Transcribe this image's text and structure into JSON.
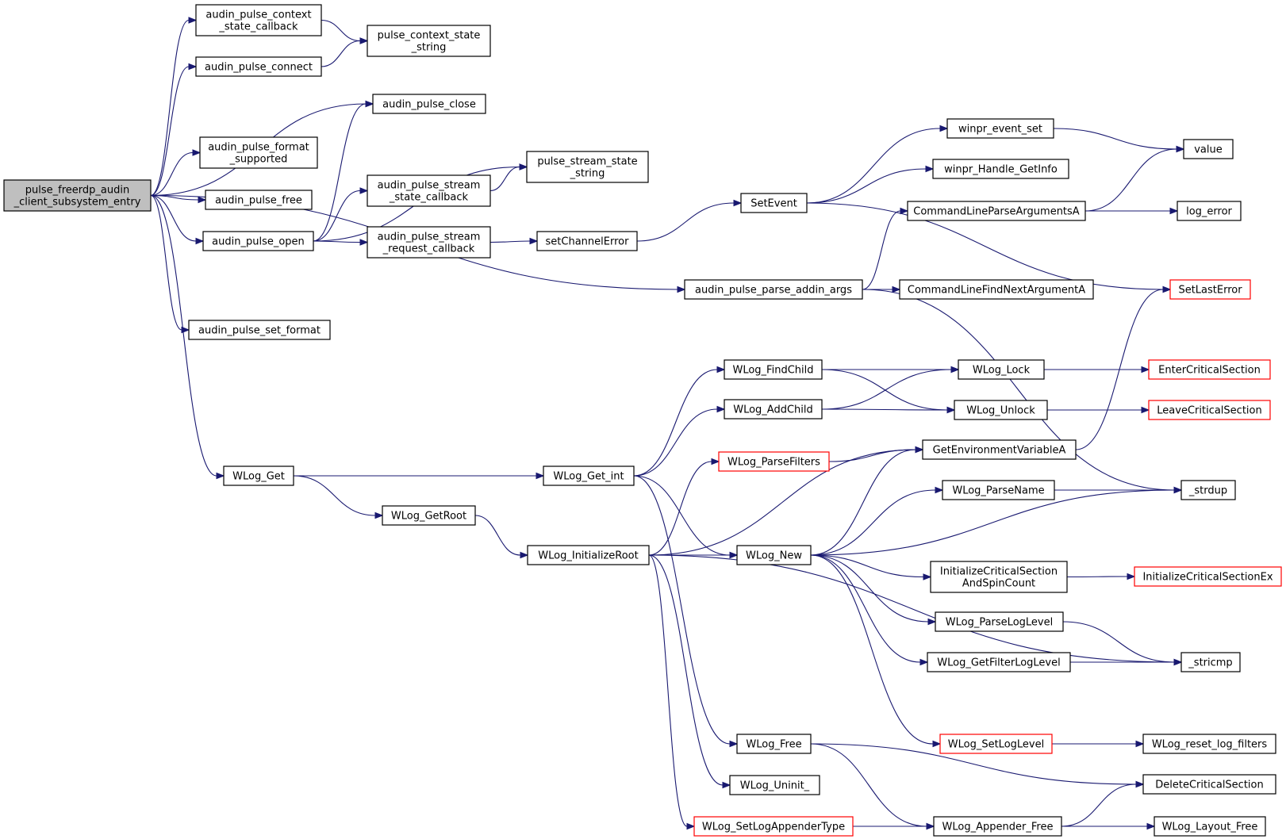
{
  "diagram": {
    "colors": {
      "edge": "#191970",
      "node_border": "#000000",
      "node_border_incomplete": "#ff0000",
      "root_fill": "#bfbfbf",
      "node_fill": "#ffffff"
    },
    "nodes": [
      {
        "id": "root",
        "lines": [
          "pulse_freerdp_audin",
          "_client_subsystem_entry"
        ],
        "style": "root"
      },
      {
        "id": "ctx_cb",
        "lines": [
          "audin_pulse_context",
          "_state_callback"
        ],
        "style": "normal"
      },
      {
        "id": "connect",
        "lines": [
          "audin_pulse_connect"
        ],
        "style": "normal"
      },
      {
        "id": "ctx_str",
        "lines": [
          "pulse_context_state",
          "_string"
        ],
        "style": "normal"
      },
      {
        "id": "close",
        "lines": [
          "audin_pulse_close"
        ],
        "style": "normal"
      },
      {
        "id": "fmt_sup",
        "lines": [
          "audin_pulse_format",
          "_supported"
        ],
        "style": "normal"
      },
      {
        "id": "free",
        "lines": [
          "audin_pulse_free"
        ],
        "style": "normal"
      },
      {
        "id": "open",
        "lines": [
          "audin_pulse_open"
        ],
        "style": "normal"
      },
      {
        "id": "set_fmt",
        "lines": [
          "audin_pulse_set_format"
        ],
        "style": "normal"
      },
      {
        "id": "wlog_get",
        "lines": [
          "WLog_Get"
        ],
        "style": "normal"
      },
      {
        "id": "st_cb",
        "lines": [
          "audin_pulse_stream",
          "_state_callback"
        ],
        "style": "normal"
      },
      {
        "id": "st_str",
        "lines": [
          "pulse_stream_state",
          "_string"
        ],
        "style": "normal"
      },
      {
        "id": "req_cb",
        "lines": [
          "audin_pulse_stream",
          "_request_callback"
        ],
        "style": "normal"
      },
      {
        "id": "set_ch_err",
        "lines": [
          "setChannelError"
        ],
        "style": "normal"
      },
      {
        "id": "set_event",
        "lines": [
          "SetEvent"
        ],
        "style": "normal"
      },
      {
        "id": "ev_set",
        "lines": [
          "winpr_event_set"
        ],
        "style": "normal"
      },
      {
        "id": "h_info",
        "lines": [
          "winpr_Handle_GetInfo"
        ],
        "style": "normal"
      },
      {
        "id": "value",
        "lines": [
          "value"
        ],
        "style": "normal"
      },
      {
        "id": "clpa",
        "lines": [
          "CommandLineParseArgumentsA"
        ],
        "style": "normal"
      },
      {
        "id": "log_error",
        "lines": [
          "log_error"
        ],
        "style": "normal"
      },
      {
        "id": "parse_args",
        "lines": [
          "audin_pulse_parse_addin_args"
        ],
        "style": "normal"
      },
      {
        "id": "clfna",
        "lines": [
          "CommandLineFindNextArgumentA"
        ],
        "style": "normal"
      },
      {
        "id": "set_last_err",
        "lines": [
          "SetLastError"
        ],
        "style": "incomplete"
      },
      {
        "id": "find_child",
        "lines": [
          "WLog_FindChild"
        ],
        "style": "normal"
      },
      {
        "id": "add_child",
        "lines": [
          "WLog_AddChild"
        ],
        "style": "normal"
      },
      {
        "id": "lock",
        "lines": [
          "WLog_Lock"
        ],
        "style": "normal"
      },
      {
        "id": "unlock",
        "lines": [
          "WLog_Unlock"
        ],
        "style": "normal"
      },
      {
        "id": "enter_cs",
        "lines": [
          "EnterCriticalSection"
        ],
        "style": "incomplete"
      },
      {
        "id": "leave_cs",
        "lines": [
          "LeaveCriticalSection"
        ],
        "style": "incomplete"
      },
      {
        "id": "parse_filters",
        "lines": [
          "WLog_ParseFilters"
        ],
        "style": "incomplete"
      },
      {
        "id": "get_env",
        "lines": [
          "GetEnvironmentVariableA"
        ],
        "style": "normal"
      },
      {
        "id": "get_int",
        "lines": [
          "WLog_Get_int"
        ],
        "style": "normal"
      },
      {
        "id": "get_root",
        "lines": [
          "WLog_GetRoot"
        ],
        "style": "normal"
      },
      {
        "id": "parse_name",
        "lines": [
          "WLog_ParseName"
        ],
        "style": "normal"
      },
      {
        "id": "strdup",
        "lines": [
          "_strdup"
        ],
        "style": "normal"
      },
      {
        "id": "init_root",
        "lines": [
          "WLog_InitializeRoot"
        ],
        "style": "normal"
      },
      {
        "id": "new",
        "lines": [
          "WLog_New"
        ],
        "style": "normal"
      },
      {
        "id": "init_cs_spin",
        "lines": [
          "InitializeCriticalSection",
          "AndSpinCount"
        ],
        "style": "normal"
      },
      {
        "id": "init_cs_ex",
        "lines": [
          "InitializeCriticalSectionEx"
        ],
        "style": "incomplete"
      },
      {
        "id": "parse_level",
        "lines": [
          "WLog_ParseLogLevel"
        ],
        "style": "normal"
      },
      {
        "id": "filter_level",
        "lines": [
          "WLog_GetFilterLogLevel"
        ],
        "style": "normal"
      },
      {
        "id": "stricmp",
        "lines": [
          "_stricmp"
        ],
        "style": "normal"
      },
      {
        "id": "set_level",
        "lines": [
          "WLog_SetLogLevel"
        ],
        "style": "incomplete"
      },
      {
        "id": "reset_filters",
        "lines": [
          "WLog_reset_log_filters"
        ],
        "style": "normal"
      },
      {
        "id": "wlog_free",
        "lines": [
          "WLog_Free"
        ],
        "style": "normal"
      },
      {
        "id": "delete_cs",
        "lines": [
          "DeleteCriticalSection"
        ],
        "style": "normal"
      },
      {
        "id": "uninit",
        "lines": [
          "WLog_Uninit_"
        ],
        "style": "normal"
      },
      {
        "id": "appender_type",
        "lines": [
          "WLog_SetLogAppenderType"
        ],
        "style": "incomplete"
      },
      {
        "id": "appender_free",
        "lines": [
          "WLog_Appender_Free"
        ],
        "style": "normal"
      },
      {
        "id": "layout_free",
        "lines": [
          "WLog_Layout_Free"
        ],
        "style": "normal"
      }
    ],
    "edges": [
      [
        "root",
        "ctx_cb"
      ],
      [
        "root",
        "connect"
      ],
      [
        "root",
        "close"
      ],
      [
        "root",
        "fmt_sup"
      ],
      [
        "root",
        "free"
      ],
      [
        "root",
        "open"
      ],
      [
        "root",
        "parse_args"
      ],
      [
        "root",
        "set_fmt"
      ],
      [
        "root",
        "wlog_get"
      ],
      [
        "ctx_cb",
        "ctx_str"
      ],
      [
        "connect",
        "ctx_str"
      ],
      [
        "open",
        "close"
      ],
      [
        "open",
        "st_str"
      ],
      [
        "open",
        "st_cb"
      ],
      [
        "open",
        "req_cb"
      ],
      [
        "st_cb",
        "st_str"
      ],
      [
        "req_cb",
        "set_ch_err"
      ],
      [
        "set_ch_err",
        "set_event"
      ],
      [
        "set_event",
        "ev_set"
      ],
      [
        "set_event",
        "h_info"
      ],
      [
        "set_event",
        "set_last_err"
      ],
      [
        "ev_set",
        "value"
      ],
      [
        "clpa",
        "value"
      ],
      [
        "clpa",
        "log_error"
      ],
      [
        "parse_args",
        "clpa"
      ],
      [
        "parse_args",
        "clfna"
      ],
      [
        "parse_args",
        "strdup"
      ],
      [
        "wlog_get",
        "get_int"
      ],
      [
        "wlog_get",
        "get_root"
      ],
      [
        "get_root",
        "init_root"
      ],
      [
        "get_int",
        "find_child"
      ],
      [
        "get_int",
        "add_child"
      ],
      [
        "get_int",
        "new"
      ],
      [
        "get_int",
        "wlog_free"
      ],
      [
        "find_child",
        "lock"
      ],
      [
        "find_child",
        "unlock"
      ],
      [
        "add_child",
        "lock"
      ],
      [
        "add_child",
        "unlock"
      ],
      [
        "lock",
        "enter_cs"
      ],
      [
        "unlock",
        "leave_cs"
      ],
      [
        "get_env",
        "set_last_err"
      ],
      [
        "parse_filters",
        "get_env"
      ],
      [
        "init_root",
        "parse_filters"
      ],
      [
        "init_root",
        "get_env"
      ],
      [
        "init_root",
        "new"
      ],
      [
        "init_root",
        "stricmp"
      ],
      [
        "init_root",
        "uninit"
      ],
      [
        "init_root",
        "appender_type"
      ],
      [
        "new",
        "get_env"
      ],
      [
        "new",
        "parse_name"
      ],
      [
        "new",
        "strdup"
      ],
      [
        "new",
        "init_cs_spin"
      ],
      [
        "new",
        "parse_level"
      ],
      [
        "new",
        "filter_level"
      ],
      [
        "new",
        "set_level"
      ],
      [
        "parse_name",
        "strdup"
      ],
      [
        "init_cs_spin",
        "init_cs_ex"
      ],
      [
        "parse_level",
        "stricmp"
      ],
      [
        "filter_level",
        "stricmp"
      ],
      [
        "set_level",
        "reset_filters"
      ],
      [
        "wlog_free",
        "delete_cs"
      ],
      [
        "wlog_free",
        "appender_free"
      ],
      [
        "appender_type",
        "appender_free"
      ],
      [
        "appender_free",
        "delete_cs"
      ],
      [
        "appender_free",
        "layout_free"
      ]
    ]
  }
}
